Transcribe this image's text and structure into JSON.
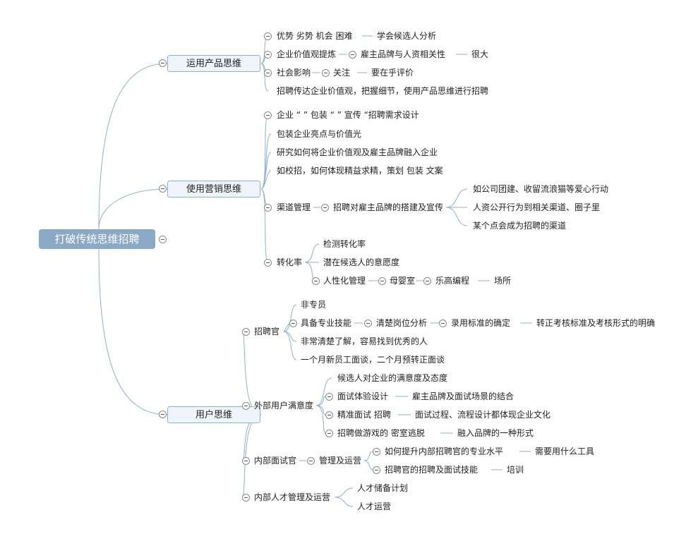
{
  "root": "打破传统思维招聘",
  "branches": {
    "product": {
      "label": "运用产品思维",
      "s1": "优势  劣势  机会  困难",
      "s1a": "学会候选人分析",
      "s2": "企业价值观提炼",
      "s2a": "雇主品牌与人资相关性",
      "s2b": "很大",
      "s3": "社会影响",
      "s3a": "关注",
      "s3b": "要在乎评价",
      "s4": "招聘传达企业价值观，把握细节，使用产品思维进行招聘"
    },
    "marketing": {
      "label": "使用营销思维",
      "s1": "企业 “ ” 包装 “ ” 宣传 “招聘需求设计",
      "s2": "包装企业亮点与价值光",
      "s3": "研究如何将企业价值观及雇主品牌融入企业",
      "s4": "如校招，如何体现精益求精，策划    包装  文案",
      "s5": "渠道管理",
      "s5a": "招聘对雇主品牌的搭建及宣传",
      "s5a1": "如公司团建、收留流浪猫等爱心行动",
      "s5a2": "人资公开行为到相关渠道、圈子里",
      "s5a3": "某个点会成为招聘的渠道",
      "s6": "转化率",
      "s6a": "检测转化率",
      "s6b": "潜在候选人的意愿度",
      "s6c": "人性化管理",
      "s6c1": "母婴室",
      "s6c2": "乐高编程",
      "s6c3": "场所"
    },
    "user": {
      "label": "用户思维",
      "recruiter": "招聘官",
      "r1": "非专员",
      "r2": "具备专业技能",
      "r2a": "清楚岗位分析",
      "r2b": "录用标准的确定",
      "r2c": "转正考核标准及考核形式的明确",
      "r3": "非常清楚了解，容易找到优秀的人",
      "r4": "一个月新员工面谈，二个月预转正面谈",
      "external": "外部用户满意度",
      "e1": "候选人对企业的满意度及态度",
      "e2": "面试体验设计",
      "e2a": "雇主品牌及面试场景的结合",
      "e3": "精准面试  招聘",
      "e3a": "面试过程、流程设计都体现企业文化",
      "e4": "招聘做游戏的    密室逃脱",
      "e4a": "融入品牌的一种形式",
      "internal": "内部面试官",
      "i1": "管理及运营",
      "i1a": "如何提升内部招聘官的专业水平",
      "i1a1": "需要用什么工具",
      "i1b": "招聘官的招聘及面试技能",
      "i1b1": "培训",
      "talent": "内部人才管理及运营",
      "t1": "人才储备计划",
      "t2": "人才运营"
    }
  },
  "colors": {
    "line": "#8fb0cc",
    "root_bg": "#8aa9c7",
    "main_bg": "#eef4fa"
  }
}
